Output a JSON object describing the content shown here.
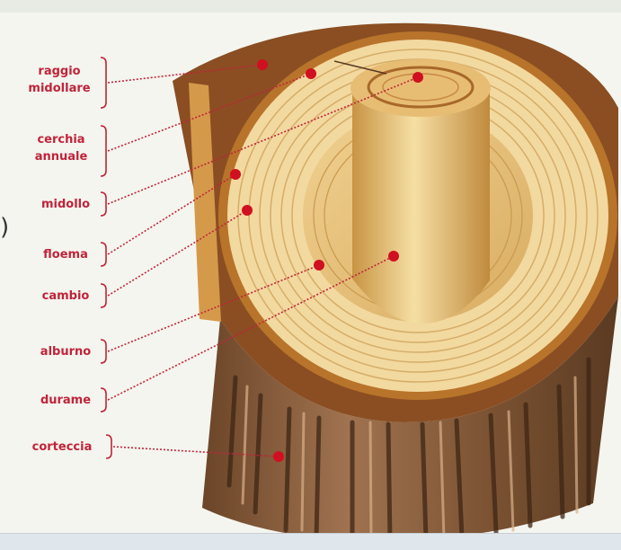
{
  "diagram": {
    "labels": [
      {
        "id": "raggio",
        "lines": [
          "raggio",
          "midollare"
        ]
      },
      {
        "id": "cerchia",
        "lines": [
          "cerchia",
          "annuale"
        ]
      },
      {
        "id": "midollo",
        "lines": [
          "midollo"
        ]
      },
      {
        "id": "floema",
        "lines": [
          "floema"
        ]
      },
      {
        "id": "cambio",
        "lines": [
          "cambio"
        ]
      },
      {
        "id": "alburno",
        "lines": [
          "alburno"
        ]
      },
      {
        "id": "durame",
        "lines": [
          "durame"
        ]
      },
      {
        "id": "corteccia",
        "lines": [
          "corteccia"
        ]
      }
    ],
    "colors": {
      "label_text": "#c0243a",
      "leader_line": "#c0243a",
      "marker_dot": "#d01020",
      "bark_dark": "#5a3a22",
      "bark_mid": "#8a5e3c",
      "bark_light": "#c89a72",
      "wood_light": "#f2d9a0",
      "wood_mid": "#e8c080",
      "heartwood": "#dcb068",
      "cambium_ring": "#b8742a"
    }
  }
}
